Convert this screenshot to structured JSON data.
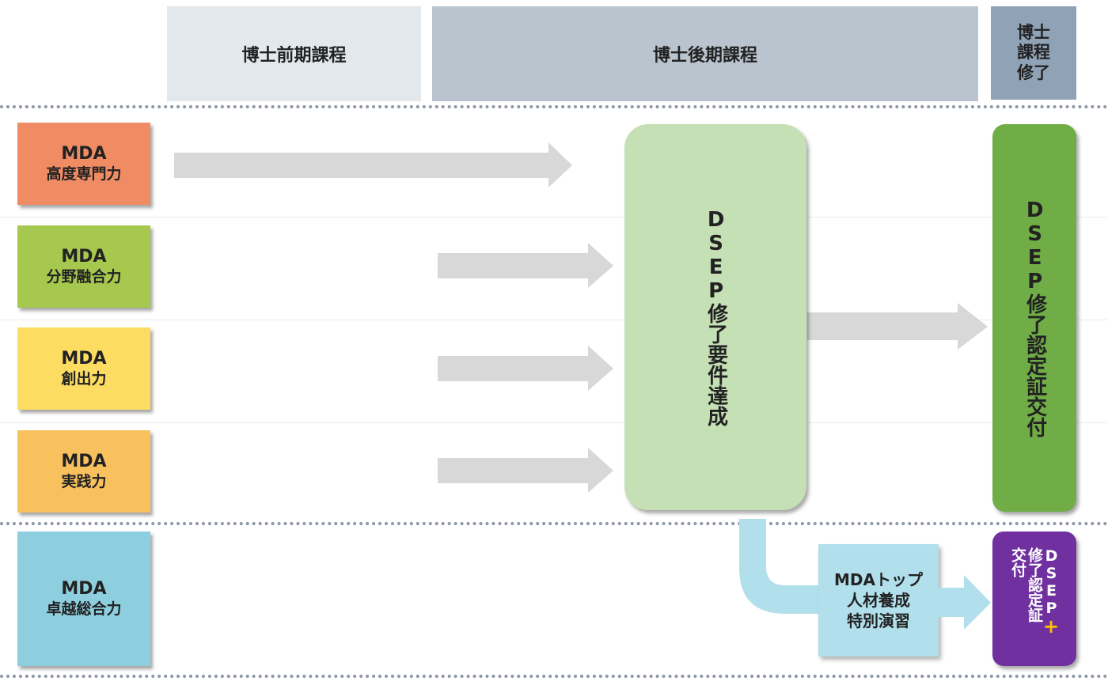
{
  "header": {
    "col_master": "博士前期課程",
    "col_doctor": "博士後期課程",
    "col_complete": [
      "博士",
      "課程",
      "修了"
    ]
  },
  "abilities": [
    {
      "line1": "MDA",
      "line2": "高度専門力",
      "color": "#f08c64"
    },
    {
      "line1": "MDA",
      "line2": "分野融合力",
      "color": "#a6c84e"
    },
    {
      "line1": "MDA",
      "line2": "創出力",
      "color": "#fddc62"
    },
    {
      "line1": "MDA",
      "line2": "実践力",
      "color": "#f9c15e"
    },
    {
      "line1": "MDA",
      "line2": "卓越総合力",
      "color": "#8ecfdf"
    }
  ],
  "requirement_box": {
    "text": "DSEP修了要件達成",
    "color": "#c5e0b4"
  },
  "certificate_box": {
    "text": "DSEP修了認定証交付",
    "color": "#70ad47"
  },
  "top_program_box": {
    "lines": [
      "MDAトップ",
      "人材養成",
      "特別演習"
    ],
    "color": "#b1e0ec"
  },
  "plus_certificate": {
    "col1": "DSEP",
    "plus": "+",
    "col2": "修了認定証",
    "col3": "交付",
    "color": "#7030a0",
    "plus_color": "#ffc000"
  },
  "colors": {
    "header_master": "#e2e8ec",
    "header_doctor": "#b9c4cf",
    "header_complete": "#8fa2b6",
    "arrow_gray": "#d8d8d8",
    "arrow_blue": "#b1e0ec"
  }
}
